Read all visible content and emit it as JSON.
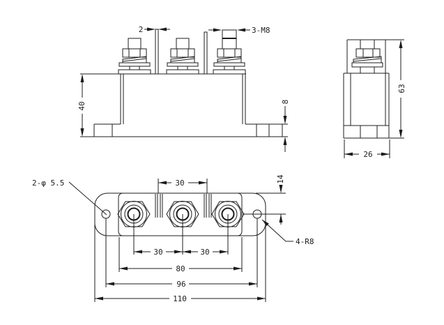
{
  "colors": {
    "background": "#ffffff",
    "line": "#1c1c1c"
  },
  "views": {
    "front": {
      "dims": {
        "barrier_thickness": "2",
        "stud_thread": "3-M8",
        "body_height": "40",
        "base_height": "8"
      }
    },
    "side": {
      "dims": {
        "overall_height": "63",
        "depth": "26"
      }
    },
    "plan": {
      "dims": {
        "barrier_spacing": "30",
        "pitch_left": "30",
        "pitch_right": "30",
        "body_length": "80",
        "hole_spacing": "96",
        "overall_length": "110",
        "hole_offset": "14"
      },
      "labels": {
        "mounting_holes": "2-φ 5.5",
        "corner_radius": "4-R8"
      }
    }
  }
}
